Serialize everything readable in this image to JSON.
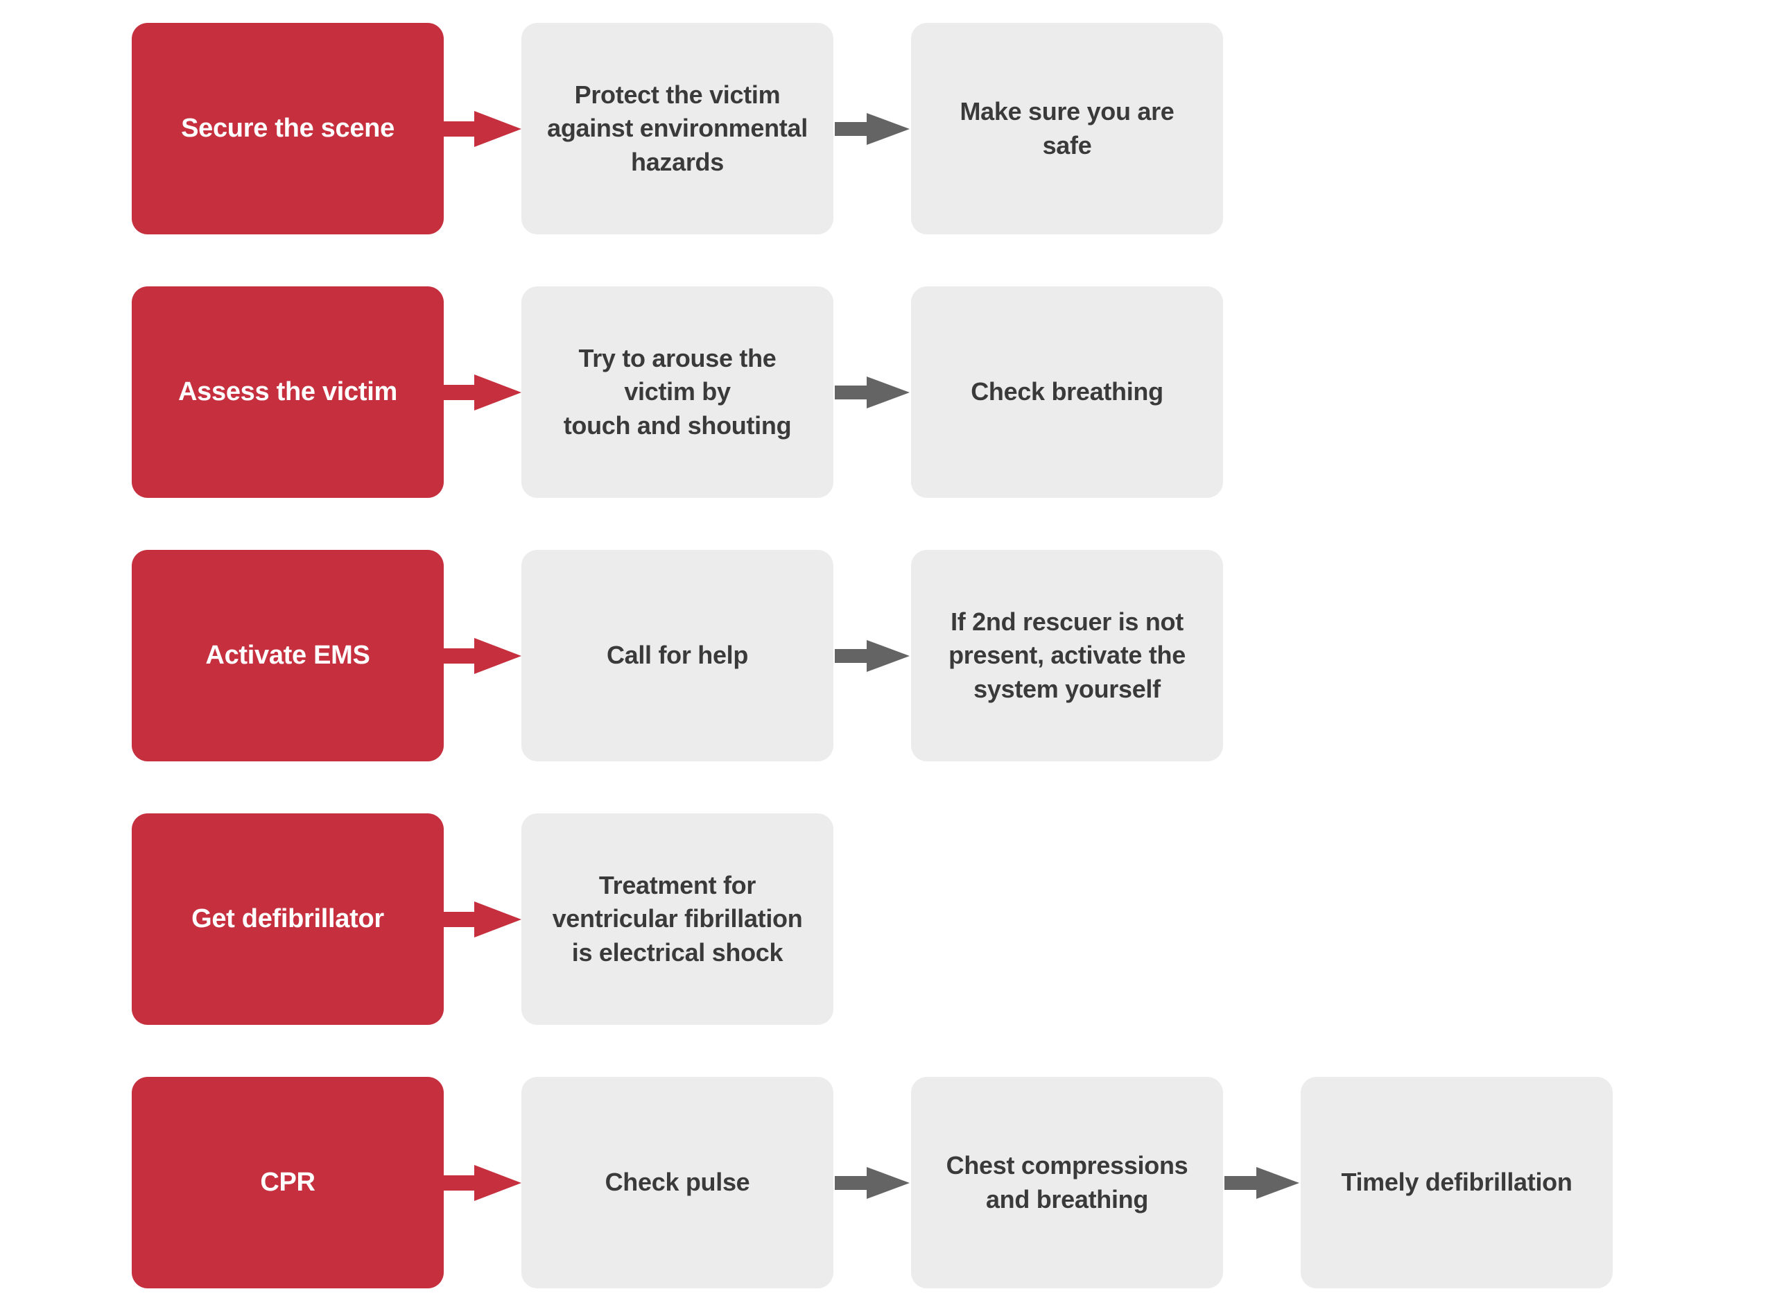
{
  "colors": {
    "page_bg": "#FFFFFF",
    "step_red": "#C62F3E",
    "step_text": "#FFFFFF",
    "card_gray": "#ECECEC",
    "card_text": "#3A3A3A",
    "arrow_gray": "#646464"
  },
  "flowchart": {
    "rows": [
      {
        "step": "Secure the scene",
        "cards": [
          "Protect the victim\nagainst environmental\nhazards",
          "Make sure you are\nsafe"
        ]
      },
      {
        "step": "Assess the victim",
        "cards": [
          "Try to arouse the\nvictim by\ntouch and shouting",
          "Check breathing"
        ]
      },
      {
        "step": "Activate EMS",
        "cards": [
          "Call for help",
          "If 2nd rescuer is not\npresent, activate the\nsystem yourself"
        ]
      },
      {
        "step": "Get defibrillator",
        "cards": [
          "Treatment for\nventricular fibrillation\nis electrical shock"
        ]
      },
      {
        "step": "CPR",
        "cards": [
          "Check pulse",
          "Chest compressions\nand breathing",
          "Timely defibrillation"
        ]
      }
    ]
  }
}
